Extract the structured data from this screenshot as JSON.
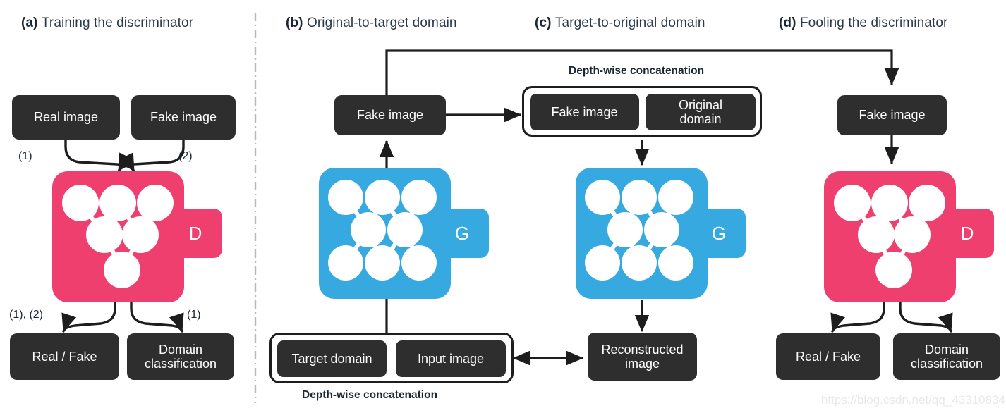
{
  "figure": {
    "watermark": "https://blog.csdn.net/qq_43310834",
    "colors": {
      "discriminator_pink": "#ef3f6e",
      "generator_blue": "#35a9e0",
      "box_dark": "#2e2e2e",
      "text_dark": "#2b3a4a",
      "line_black": "#1d1d1d",
      "background": "#ffffff"
    }
  },
  "panels": [
    {
      "id": "a",
      "tag": "(a)",
      "title": "Training the discriminator",
      "network": {
        "letter": "D",
        "color": "#ef3f6e",
        "name": "discriminator"
      },
      "inputs": [
        {
          "label": "Real image",
          "step": "(1)"
        },
        {
          "label": "Fake image",
          "step": "(2)"
        }
      ],
      "outputs": [
        {
          "label": "Real / Fake",
          "step": "(1), (2)"
        },
        {
          "label": "Domain\nclassification",
          "line1": "Domain",
          "line2": "classification",
          "step": "(1)"
        }
      ]
    },
    {
      "id": "b",
      "tag": "(b)",
      "title": "Original-to-target domain",
      "network": {
        "letter": "G",
        "color": "#35a9e0",
        "name": "generator"
      },
      "output_box": {
        "label": "Fake image"
      },
      "concat": {
        "caption": "Depth-wise concatenation",
        "items": [
          {
            "label": "Target domain"
          },
          {
            "label": "Input image"
          }
        ]
      }
    },
    {
      "id": "c",
      "tag": "(c)",
      "title": "Target-to-original domain",
      "network": {
        "letter": "G",
        "color": "#35a9e0",
        "name": "generator"
      },
      "concat": {
        "caption": "Depth-wise concatenation",
        "items": [
          {
            "label": "Fake image"
          },
          {
            "line1": "Original",
            "line2": "domain"
          }
        ]
      },
      "output_box": {
        "line1": "Reconstructed",
        "line2": "image"
      }
    },
    {
      "id": "d",
      "tag": "(d)",
      "title": "Fooling the discriminator",
      "network": {
        "letter": "D",
        "color": "#ef3f6e",
        "name": "discriminator"
      },
      "input_box": {
        "label": "Fake image"
      },
      "outputs": [
        {
          "label": "Real / Fake"
        },
        {
          "line1": "Domain",
          "line2": "classification"
        }
      ]
    }
  ]
}
